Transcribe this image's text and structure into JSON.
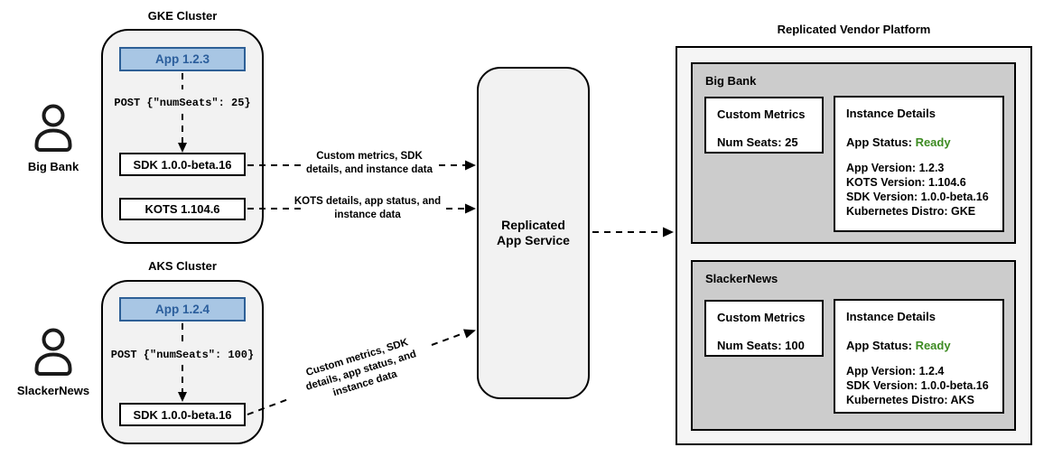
{
  "diagram": {
    "clusters": [
      {
        "title": "GKE Cluster",
        "actor": "Big Bank",
        "app_label": "App 1.2.3",
        "post_request": "POST {\"numSeats\": 25}",
        "sdk_label": "SDK 1.0.0-beta.16",
        "kots_label": "KOTS 1.104.6"
      },
      {
        "title": "AKS Cluster",
        "actor": "SlackerNews",
        "app_label": "App 1.2.4",
        "post_request": "POST {\"numSeats\": 100}",
        "sdk_label": "SDK 1.0.0-beta.16"
      }
    ],
    "flows": {
      "sdk_flow_label": "Custom metrics, SDK\ndetails, and instance data",
      "kots_flow_label": "KOTS details, app status, and\ninstance data",
      "combined_flow_label": "Custom metrics, SDK\ndetails, app status, and\ninstance data"
    },
    "service_label": "Replicated\nApp Service",
    "platform": {
      "title": "Replicated Vendor Platform",
      "tenants": [
        {
          "name": "Big Bank",
          "metrics_title": "Custom Metrics",
          "metrics_value": "Num Seats: 25",
          "details_title": "Instance Details",
          "status_label": "App Status: ",
          "status_value": "Ready",
          "detail_lines": [
            "App Version: 1.2.3",
            "KOTS Version: 1.104.6",
            "SDK Version: 1.0.0-beta.16",
            "Kubernetes Distro: GKE"
          ]
        },
        {
          "name": "SlackerNews",
          "metrics_title": "Custom Metrics",
          "metrics_value": "Num Seats: 100",
          "details_title": "Instance Details",
          "status_label": "App Status: ",
          "status_value": "Ready",
          "detail_lines": [
            "App Version: 1.2.4",
            "SDK Version: 1.0.0-beta.16",
            "Kubernetes Distro: AKS"
          ]
        }
      ]
    },
    "colors": {
      "app_box_fill": "#a8c6e4",
      "app_box_border": "#2d5f96",
      "app_box_text": "#2b5e9c",
      "status_ready_green": "#3d8b22",
      "cluster_fill": "#f2f2f2",
      "tenant_fill": "#cccccc"
    }
  }
}
